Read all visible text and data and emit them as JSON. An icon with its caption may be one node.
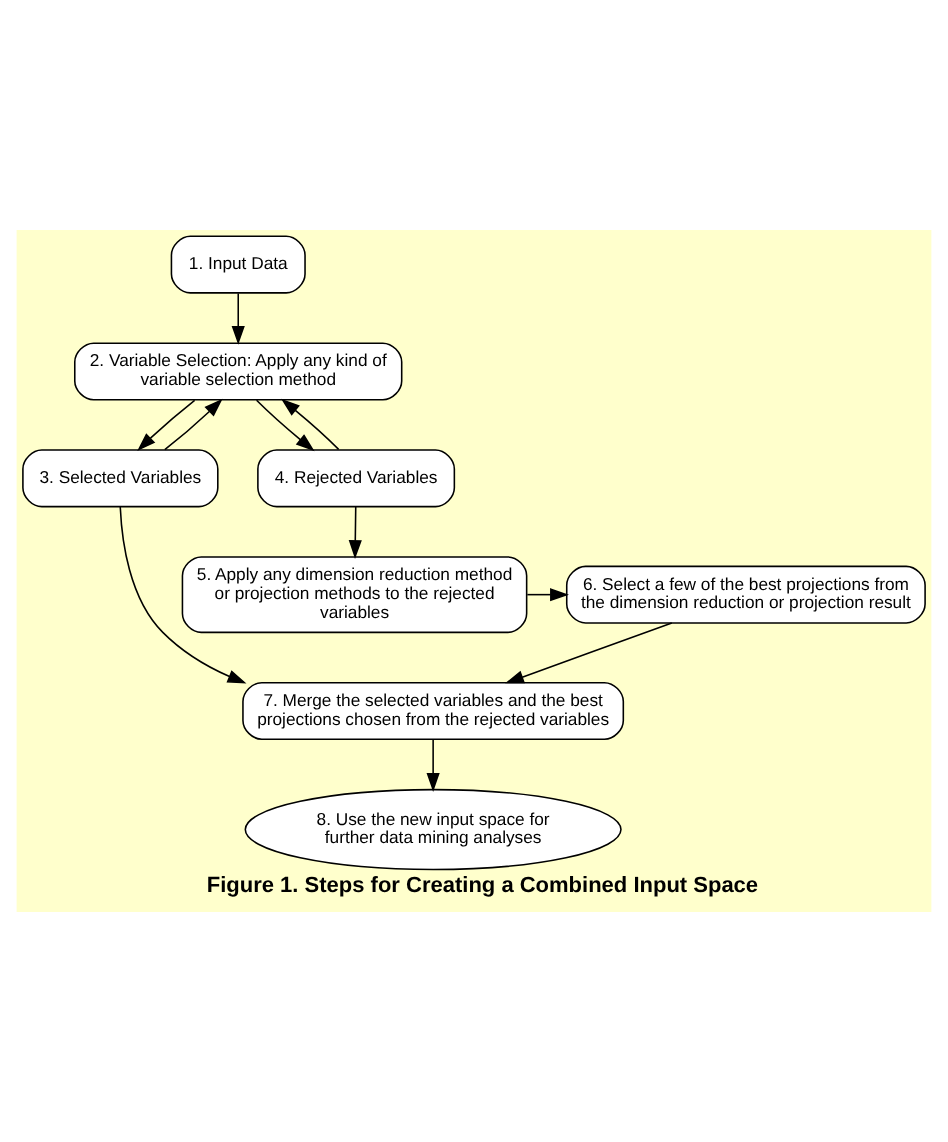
{
  "diagram": {
    "caption": "Figure 1. Steps for Creating a Combined Input Space",
    "nodes": [
      {
        "text": [
          "1. Input Data"
        ]
      },
      {
        "text": [
          "2. Variable Selection: Apply any kind of variable selection method"
        ]
      },
      {
        "text": [
          "3. Selected Variables"
        ]
      },
      {
        "text": [
          "4. Rejected Variables"
        ]
      },
      {
        "text": [
          "5. Apply any dimension reduction method or projection methods to the rejected variables"
        ]
      },
      {
        "text": [
          "6. Select a few of the best projections from the dimension reduction or projection result"
        ]
      },
      {
        "text": [
          "7. Merge the selected variables and the best projections chosen from the rejected variables"
        ]
      },
      {
        "text": [
          "8. Use the new input space for further data mining analyses"
        ]
      }
    ],
    "edges": [
      {
        "from": 0,
        "to": 1,
        "arrow": "to"
      },
      {
        "from": 1,
        "to": 2,
        "arrow": "to"
      },
      {
        "from": 2,
        "to": 1,
        "arrow": "to"
      },
      {
        "from": 1,
        "to": 3,
        "arrow": "to"
      },
      {
        "from": 3,
        "to": 1,
        "arrow": "to"
      },
      {
        "from": 3,
        "to": 4,
        "arrow": "to"
      },
      {
        "from": 4,
        "to": 5,
        "arrow": "to"
      },
      {
        "from": 2,
        "to": 6,
        "arrow": "to"
      },
      {
        "from": 5,
        "to": 6,
        "arrow": "to"
      },
      {
        "from": 6,
        "to": 7,
        "arrow": "to"
      }
    ]
  }
}
